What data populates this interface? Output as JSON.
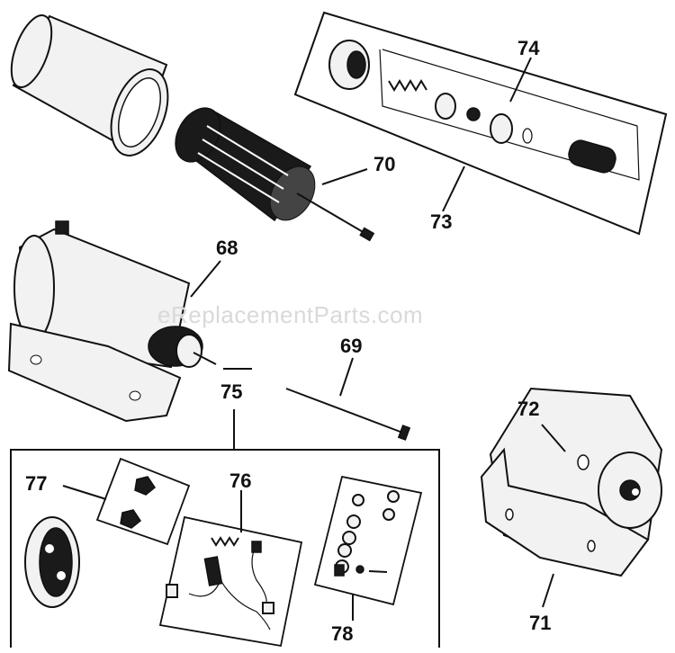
{
  "diagram": {
    "watermark": "eReplacementParts.com",
    "callouts": {
      "c68": "68",
      "c69": "69",
      "c70": "70",
      "c71": "71",
      "c72": "72",
      "c73": "73",
      "c74": "74",
      "c75": "75",
      "c76": "76",
      "c77": "77",
      "c78": "78"
    }
  }
}
